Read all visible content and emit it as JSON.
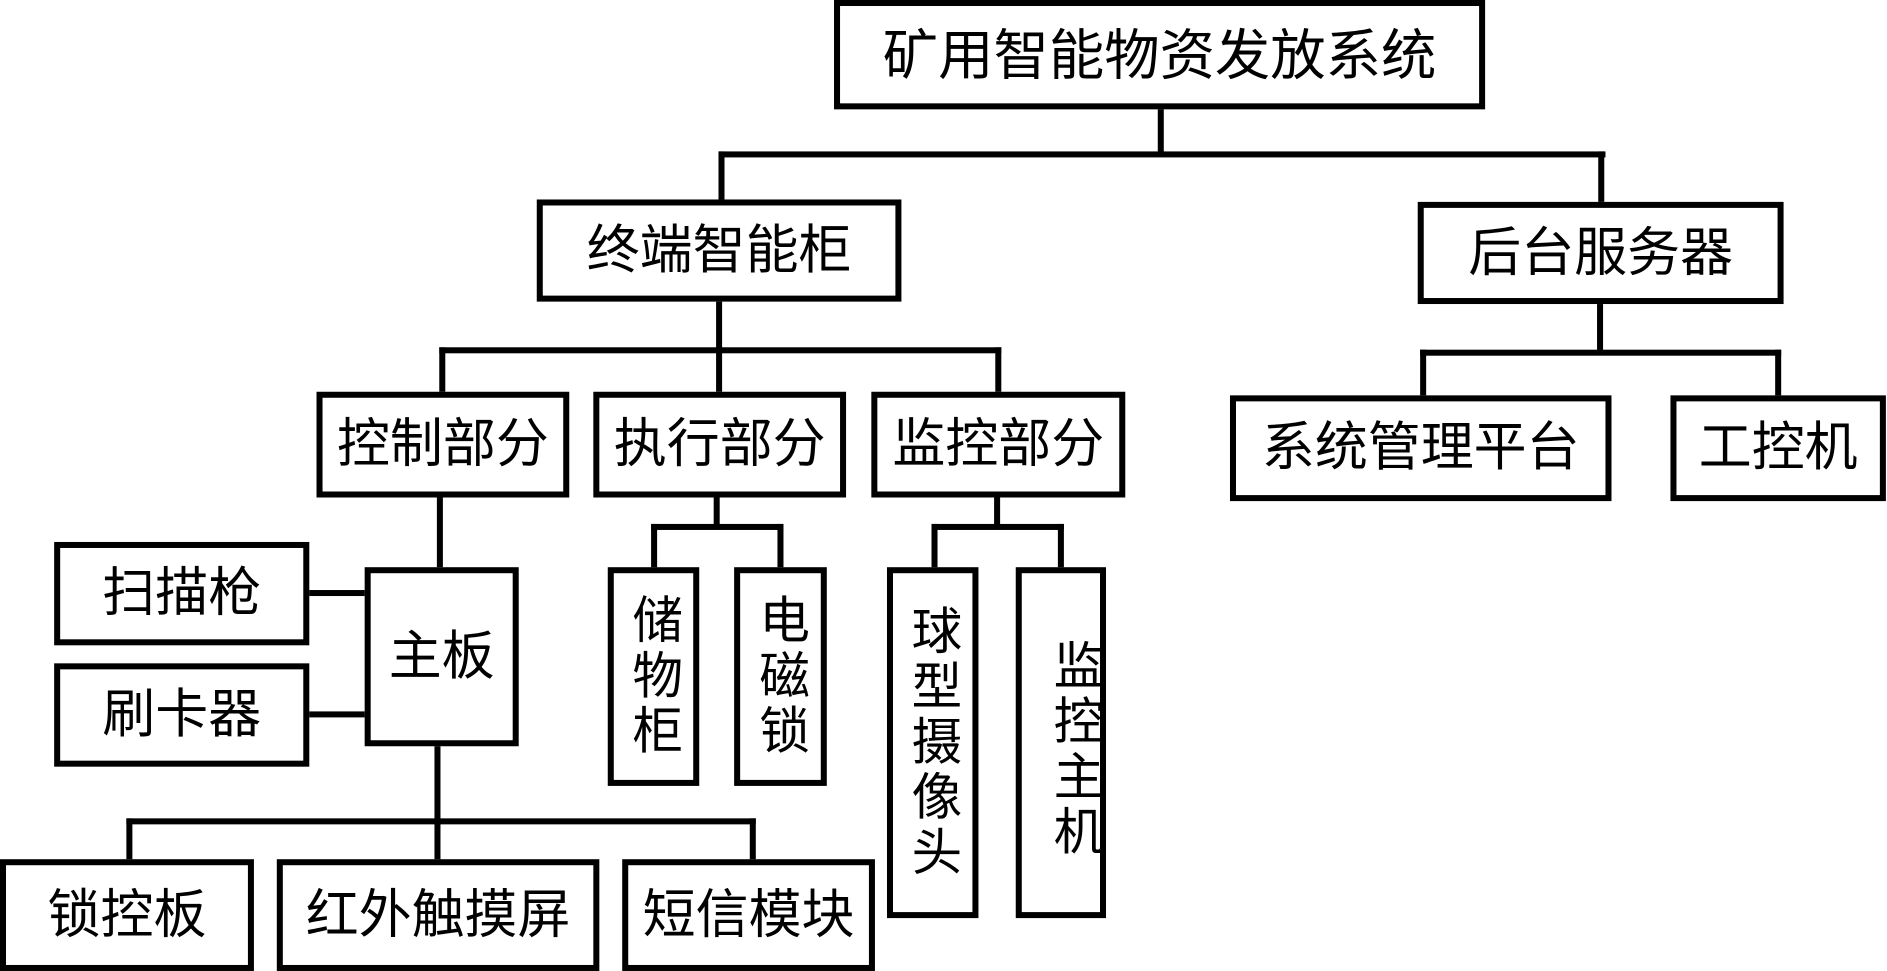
{
  "diagram": {
    "root": "矿用智能物资发放系统",
    "level1": {
      "terminal": "终端智能柜",
      "server": "后台服务器"
    },
    "terminal_children": {
      "control": "控制部分",
      "execute": "执行部分",
      "monitor": "监控部分"
    },
    "server_children": {
      "platform": "系统管理平台",
      "ipc": "工控机"
    },
    "control_children": {
      "scanner": "扫描枪",
      "card_reader": "刷卡器",
      "mainboard": "主板"
    },
    "mainboard_children": {
      "lock_board": "锁控板",
      "touchscreen": "红外触摸屏",
      "sms_module": "短信模块"
    },
    "execute_children": {
      "locker": "储物柜",
      "magnetic_lock": "电磁锁"
    },
    "monitor_children": {
      "dome_camera": "球型摄像头",
      "monitor_host": "监控主机"
    }
  }
}
